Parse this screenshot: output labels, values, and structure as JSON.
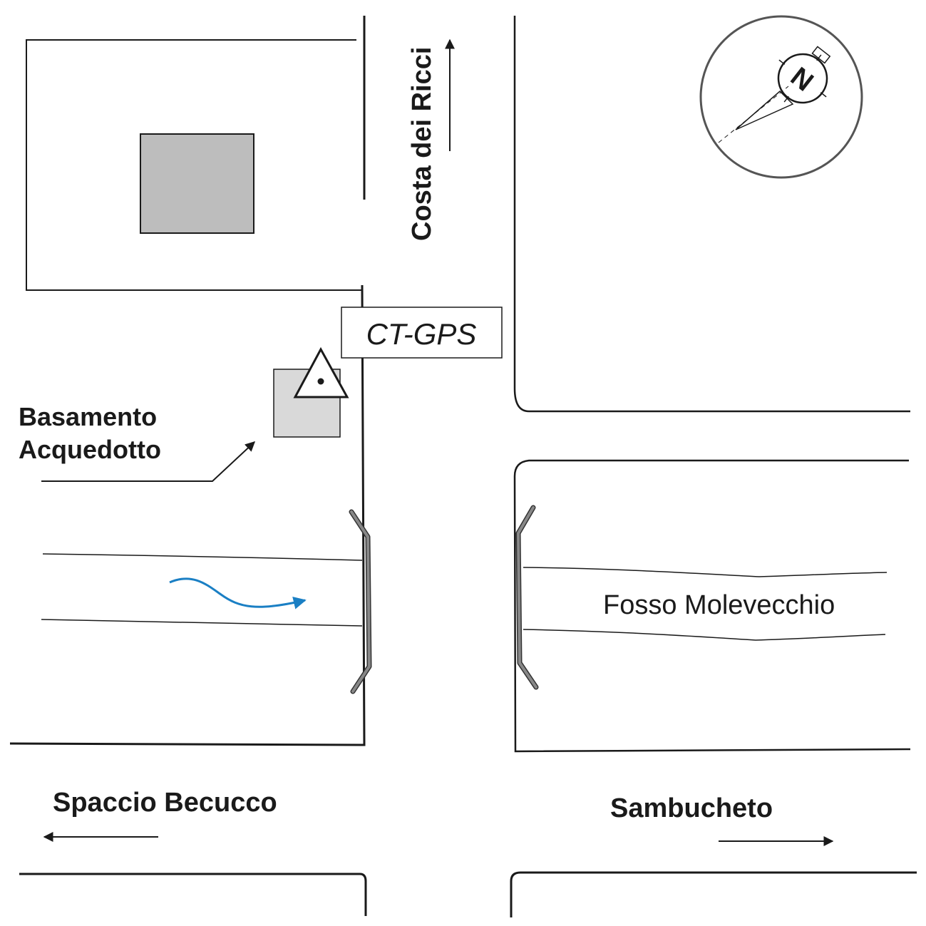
{
  "labels": {
    "road_north": "Costa dei Ricci",
    "station": "CT-GPS",
    "basamento_line1": "Basamento",
    "basamento_line2": "Acquedotto",
    "stream": "Fosso Molevecchio",
    "road_west": "Spaccio Becucco",
    "road_east": "Sambucheto",
    "compass_letter": "N"
  },
  "colors": {
    "line": "#1a1a1a",
    "building_dark": "#bdbdbd",
    "building_light": "#d9d9d9",
    "bridge_rail": "#777777",
    "flow_arrow": "#1a7fc4",
    "compass_ring": "#555555"
  },
  "icons": {
    "station_marker": "triangle-dot-icon",
    "compass": "compass-rose-icon",
    "flow": "flow-direction-arrow-icon"
  }
}
